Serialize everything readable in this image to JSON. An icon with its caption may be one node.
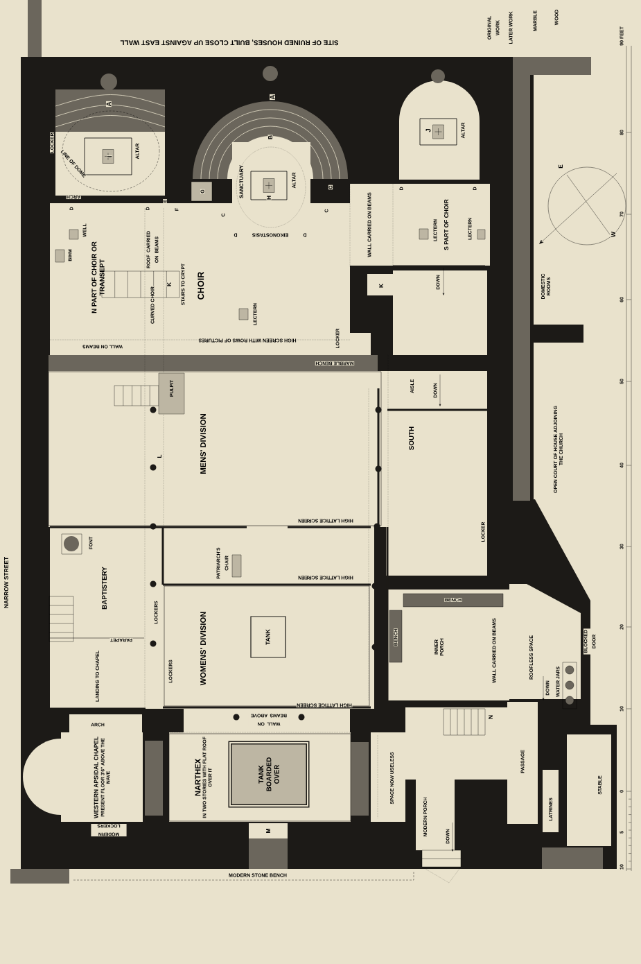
{
  "diagram": {
    "nodes": [
      {
        "text": [
          "N PART OF CHOIR OR TRANSEPT"
        ]
      },
      {
        "text": [
          "CHOIR"
        ]
      },
      {
        "text": [
          "SANCTUARY"
        ]
      },
      {
        "text": [
          "S PART OF CHOIR"
        ]
      },
      {
        "text": [
          "MENS' DIVISION"
        ]
      },
      {
        "text": [
          "SOUTH",
          "AISLE"
        ]
      },
      {
        "text": [
          "BAPTISTERY"
        ]
      },
      {
        "text": [
          "WOMENS' DIVISION"
        ]
      },
      {
        "text": [
          "LANDING TO CHAPEL"
        ]
      },
      {
        "text": [
          "TANK"
        ],
        "in": 7
      },
      {
        "text": [
          "INNER PORCH"
        ]
      },
      {
        "text": [
          "ROOFLESS SPACE"
        ]
      },
      {
        "text": [
          "WESTERN APSIDAL CHAPEL",
          "PRESENT FLOOR 3'6\" ABOVE THE NAVE"
        ]
      },
      {
        "text": [
          "NARTHEX",
          "IN TWO STORIES WITH FLAT ROOF OVER IT"
        ]
      },
      {
        "text": [
          "TANK BOARDED OVER"
        ],
        "in": 13
      },
      {
        "text": [
          "SPACE NOW USELESS"
        ]
      },
      {
        "text": [
          "MODERN PORCH"
        ]
      },
      {
        "text": [
          "PASSAGE"
        ]
      },
      {
        "text": [
          "LATRINES"
        ]
      },
      {
        "text": [
          "STABLE"
        ]
      },
      {
        "text": [
          "DOMESTIC ROOMS"
        ]
      },
      {
        "text": [
          "OPEN COURT OF HOUSE ADJOINING THE CHURCH"
        ]
      },
      {
        "text": [
          "PULPIT"
        ],
        "in": 4
      }
    ],
    "labels": [
      "SITE OF RUINED HOUSES, BUILT CLOSE UP AGAINST EAST WALL",
      "ORIGINAL WORK",
      "LATER WORK",
      "MARBLE",
      "WOOD",
      "90 FEET",
      "A",
      "A",
      "LOCKER",
      "LINE OF DOME",
      "I",
      "ALTAR",
      "J",
      "ALTAR",
      "B",
      "80",
      "G",
      "H",
      "ALTAR",
      "G",
      "D",
      "D",
      "ARCH",
      "E",
      "D",
      "D",
      "F",
      "C",
      "C",
      "70",
      "WALL CARRIED ON BEAMS",
      "LECTERN",
      "LECTERN",
      "WELL",
      "D",
      "EIKONOSTASIS",
      "D",
      "ROOF CARRIED ON BEAMS",
      "BIHM",
      "STAIRS TO CRYPT",
      "K",
      "K",
      "DOWN",
      "CURVED CHOIR",
      "60",
      "LECTERN",
      "LOCKER",
      "HIGH SCREEN WITH ROWS OF PICTURES",
      "WALL ON BEAMS",
      "MARBLE BENCH",
      "50",
      "DOWN",
      "L",
      "40",
      "HIGH LATTICE SCREEN",
      "LOCKER",
      "FONT",
      "30",
      "PATRIARCH'S CHAIR",
      "HIGH LATTICE SCREEN",
      "BENCH",
      "LOCKERS",
      "20",
      "BENCH",
      "PARAPET",
      "BLOCKED DOOR",
      "WALL CARRIED ON BEAMS",
      "LOCKERS",
      "WATER JARS",
      "DOWN",
      "HIGH LATTICE SCREEN",
      "10",
      "N",
      "WALL ON BEAMS ABOVE",
      "ARCH",
      "0",
      "MODERN LOCKERS",
      "M",
      "5",
      "DOWN",
      "10",
      "MODERN STONE BENCH",
      "NARROW STREET",
      "E",
      "W"
    ]
  }
}
